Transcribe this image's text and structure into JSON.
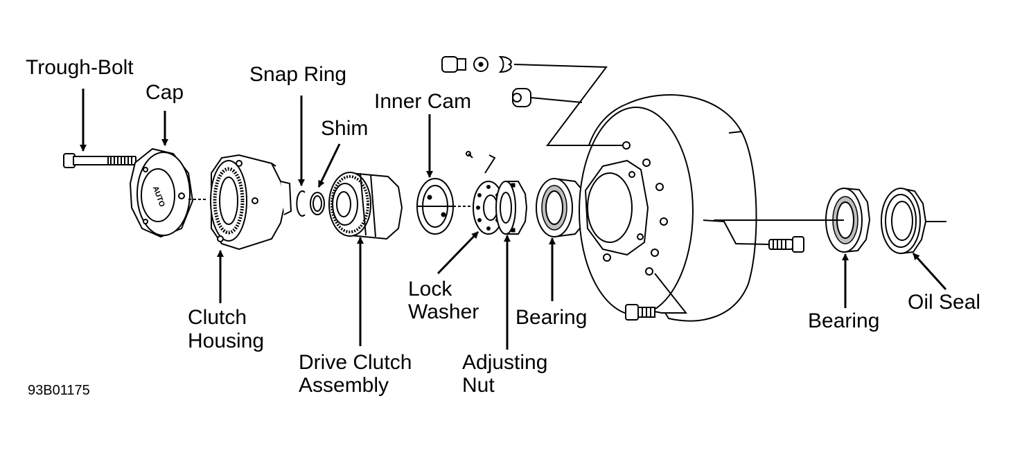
{
  "labels": {
    "trough_bolt": "Trough-Bolt",
    "cap": "Cap",
    "snap_ring": "Snap Ring",
    "inner_cam": "Inner Cam",
    "shim": "Shim",
    "clutch_housing_1": "Clutch",
    "clutch_housing_2": "Housing",
    "drive_clutch_1": "Drive Clutch",
    "drive_clutch_2": "Assembly",
    "lock_washer_1": "Lock",
    "lock_washer_2": "Washer",
    "adjusting_nut_1": "Adjusting",
    "adjusting_nut_2": "Nut",
    "bearing_inner": "Bearing",
    "bearing_outer": "Bearing",
    "oil_seal": "Oil Seal"
  },
  "cap_text": "AUTO",
  "figure_code": "93B01175"
}
